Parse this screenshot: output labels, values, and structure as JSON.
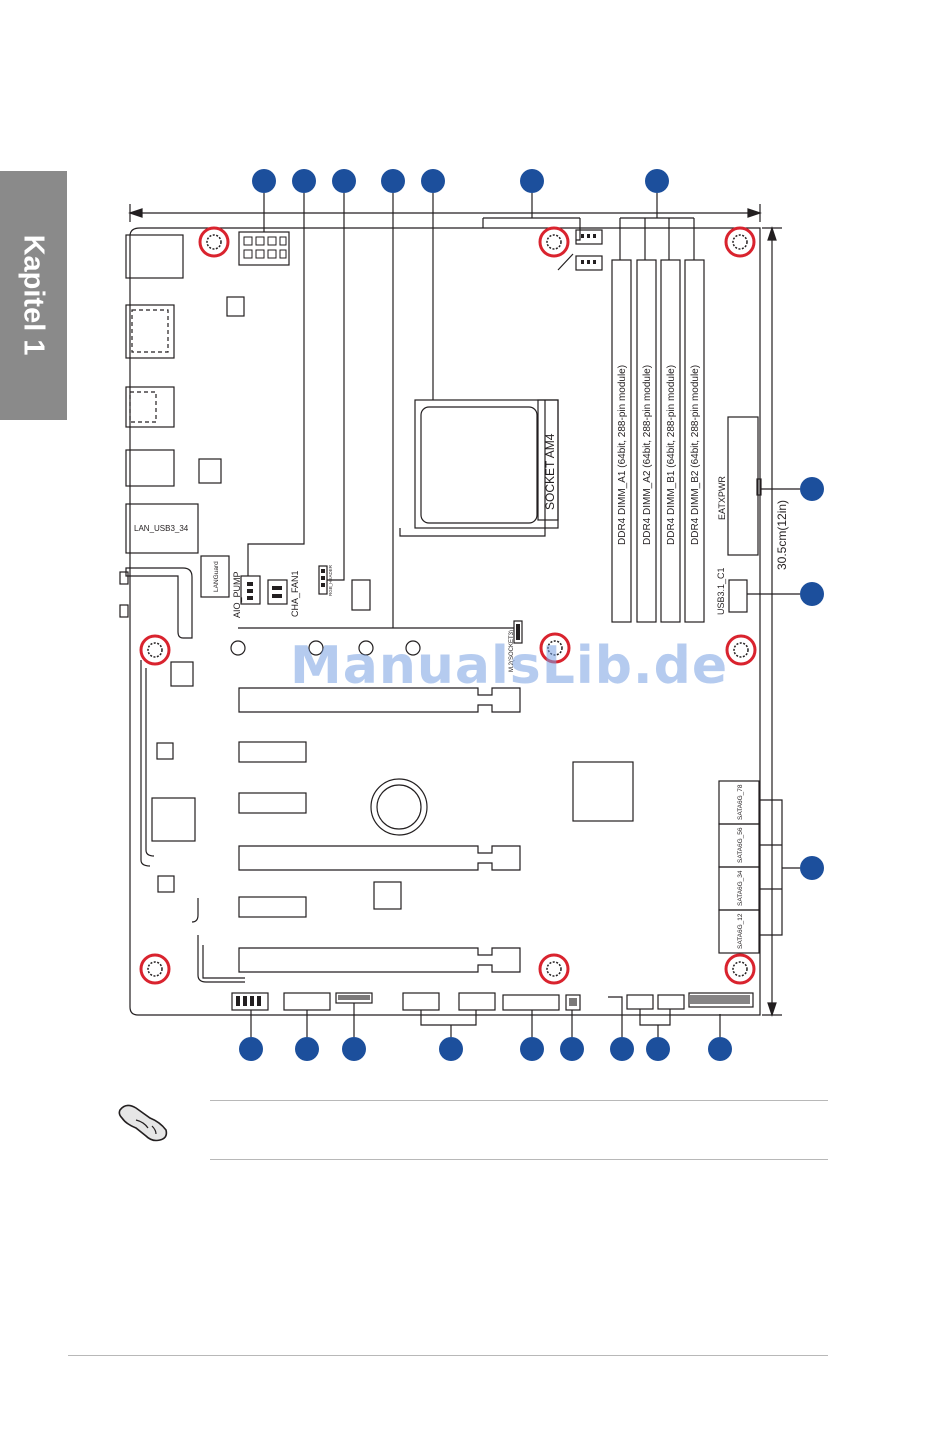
{
  "sidebar": {
    "chapter_label": "Kapitel 1"
  },
  "board": {
    "socket_label": "SOCKET AM4",
    "dimm_labels": [
      "DDR4 DIMM_A1 (64bit, 288-pin module)",
      "DDR4 DIMM_A2 (64bit, 288-pin module)",
      "DDR4 DIMM_B1 (64bit, 288-pin module)",
      "DDR4 DIMM_B2 (64bit, 288-pin module)"
    ],
    "eatxpwr_label": "EATXPWR",
    "dimension_label": "30.5cm(12in)",
    "usb31_label": "USB3.1_C1",
    "lan_label": "LAN_USB3_34",
    "languard_label": "LANGuard",
    "aio_pump_label": "AIO_PUMP",
    "cha_fan_label": "CHA_FAN1",
    "rgb_header_label": "RGB_HEADER",
    "m2_label": "M.2(SOCKET3)",
    "sata_labels": [
      "SATA6G_78",
      "SATA6G_56",
      "SATA6G_34",
      "SATA6G_12"
    ]
  },
  "watermark": "ManualsLib.de",
  "colors": {
    "callout": "#1c4f9c",
    "standoff": "#d9232e",
    "tab": "#8a8a8a"
  }
}
